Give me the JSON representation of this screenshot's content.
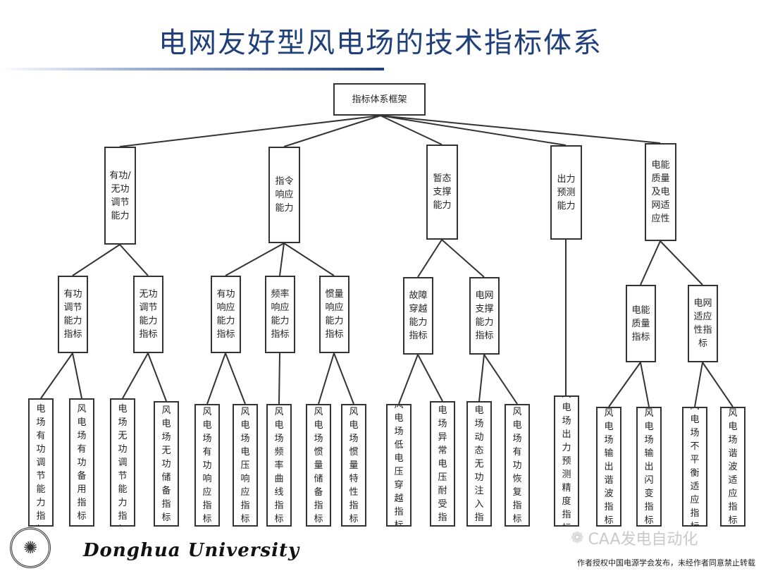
{
  "title": "电网友好型风电场的技术指标体系",
  "root": {
    "label": "指标体系框架"
  },
  "level1": [
    {
      "label": "有功/\n无功\n调节\n能力"
    },
    {
      "label": "指令\n响应\n能力"
    },
    {
      "label": "暂态\n支撑\n能力"
    },
    {
      "label": "出力\n预测\n能力"
    },
    {
      "label": "电能\n质量\n及电\n网适\n应性"
    }
  ],
  "level2": [
    {
      "label": "有功\n调节\n能力\n指标"
    },
    {
      "label": "无功\n调节\n能力\n指标"
    },
    {
      "label": "有功\n响应\n能力\n指标"
    },
    {
      "label": "频率\n响应\n能力\n指标"
    },
    {
      "label": "惯量\n响应\n能力\n指标"
    },
    {
      "label": "故障\n穿越\n能力\n指标"
    },
    {
      "label": "电网\n支撑\n能力\n指标"
    },
    {
      "label": "电能\n质量\n指标"
    },
    {
      "label": "电网\n适应\n性指\n标"
    }
  ],
  "level3": [
    {
      "label": "风\n电\n场\n有\n功\n调\n节\n能\n力\n指\n标"
    },
    {
      "label": "风\n电\n场\n有\n功\n备\n用\n指\n标"
    },
    {
      "label": "风\n电\n场\n无\n功\n调\n节\n能\n力\n指\n标"
    },
    {
      "label": "风\n电\n场\n无\n功\n储\n备\n指\n标"
    },
    {
      "label": "风\n电\n场\n有\n功\n响\n应\n指\n标"
    },
    {
      "label": "风\n电\n场\n电\n压\n响\n应\n指\n标"
    },
    {
      "label": "风\n电\n场\n频\n率\n曲\n线\n指\n标"
    },
    {
      "label": "风\n电\n场\n惯\n量\n储\n备\n指\n标"
    },
    {
      "label": "风\n电\n场\n惯\n量\n特\n性\n指\n标"
    },
    {
      "label": "风\n电\n场\n低\n电\n压\n穿\n越\n指\n标"
    },
    {
      "label": "风\n电\n场\n异\n常\n电\n压\n耐\n受\n指\n标"
    },
    {
      "label": "风\n电\n场\n动\n态\n无\n功\n注\n入\n指\n标"
    },
    {
      "label": "风\n电\n场\n有\n功\n恢\n复\n指\n标"
    },
    {
      "label": "风\n电\n场\n出\n力\n预\n测\n精\n度\n指\n标"
    },
    {
      "label": "风\n电\n场\n输\n出\n谐\n波\n指\n标"
    },
    {
      "label": "风\n电\n场\n输\n出\n闪\n变\n指\n标"
    },
    {
      "label": "风\n电\n场\n不\n平\n衡\n适\n应\n指\n标"
    },
    {
      "label": "风\n电\n场\n谐\n波\n适\n应\n指\n标"
    }
  ],
  "footer": {
    "university": "Donghua  University",
    "logo_icon": "university-seal-icon",
    "watermark_text": "CAA发电自动化",
    "watermark_icon": "wechat-icon",
    "notice": "作者授权中国电源学会发布，未经作者同意禁止转载"
  },
  "colors": {
    "title": "#1f3f7a",
    "border": "#333333",
    "watermark": "#c9c9c9"
  }
}
